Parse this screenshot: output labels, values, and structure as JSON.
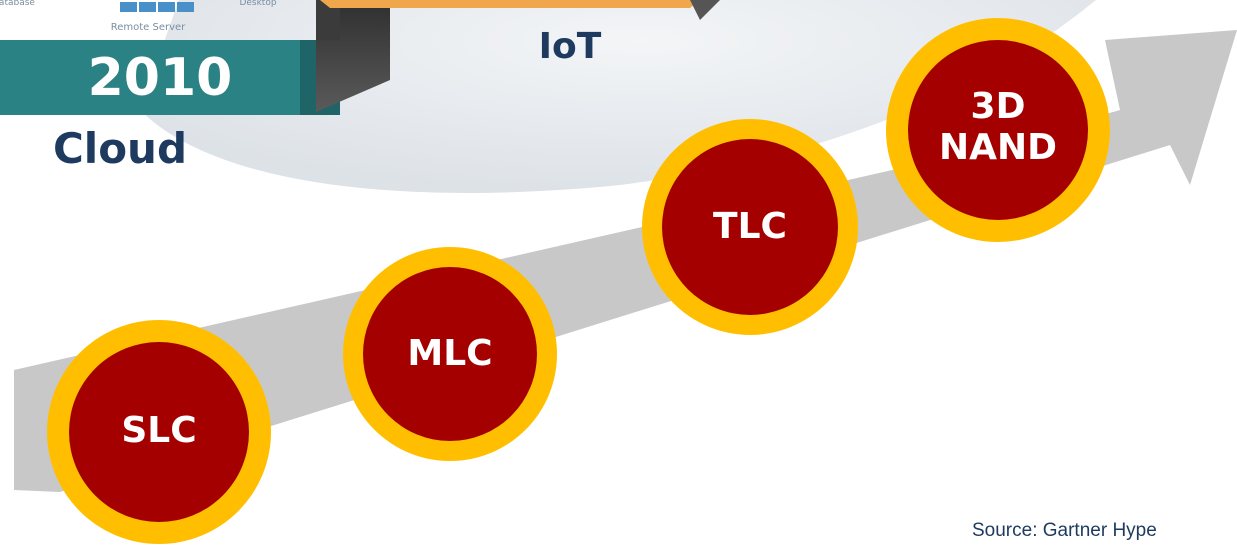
{
  "milestones": {
    "cloud": {
      "year": "2010",
      "label": "Cloud",
      "server_text": "Remote Server",
      "tiny_left": "Database",
      "tiny_right": "Desktop"
    },
    "iot": {
      "label": "IoT"
    }
  },
  "nodes": [
    {
      "label": "SLC"
    },
    {
      "label": "MLC"
    },
    {
      "label": "TLC"
    },
    {
      "label": "3D\nNAND"
    }
  ],
  "source": "Source: Gartner Hype",
  "colors": {
    "node_fill": "#a50000",
    "node_ring": "#ffbf00",
    "arrow": "#c8c8c8",
    "teal_block": "#2a8284",
    "orange_block": "#f0a64a",
    "heading_text": "#1e3a5f"
  }
}
